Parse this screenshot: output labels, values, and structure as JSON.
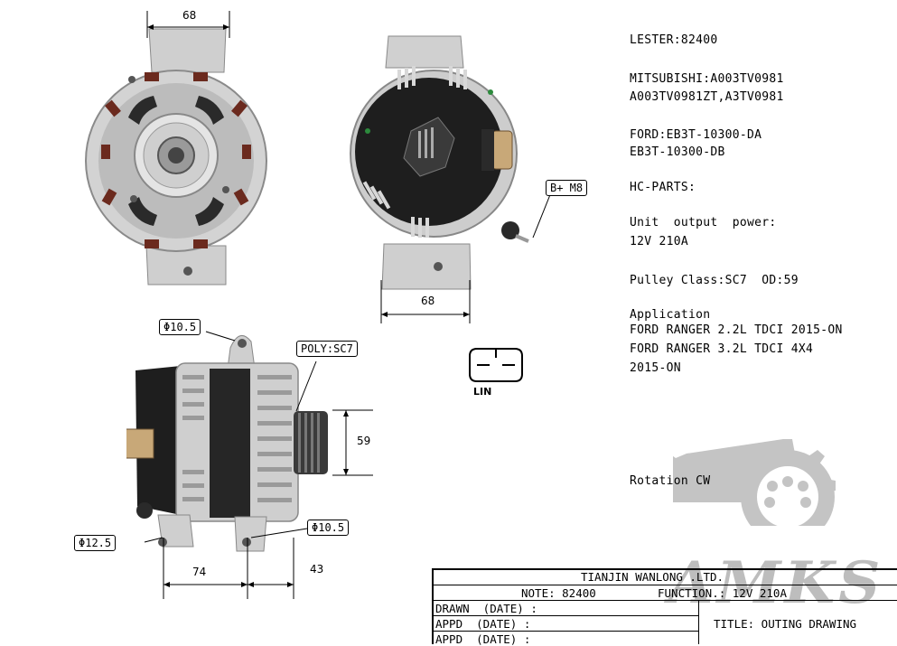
{
  "specs": {
    "lester": "LESTER:82400",
    "mitsubishi_1": "MITSUBISHI:A003TV0981",
    "mitsubishi_2": "A003TV0981ZT,A3TV0981",
    "ford_1": "FORD:EB3T-10300-DA",
    "ford_2": "EB3T-10300-DB",
    "hc_parts": "HC-PARTS:",
    "output_label": "Unit  output  power:",
    "output_value": "12V 210A",
    "pulley": "Pulley Class:SC7  OD:59",
    "application_label": "Application",
    "application_1": "FORD RANGER 2.2L TDCI 2015-ON",
    "application_2": "FORD RANGER 3.2L TDCI 4X4",
    "application_3": "2015-ON",
    "rotation": "Rotation CW"
  },
  "dimensions": {
    "front_width": "68",
    "rear_width": "68",
    "pulley_od": "59",
    "mount_spacing": "74",
    "pulley_offset": "43"
  },
  "callouts": {
    "terminal": "B+  M8",
    "hole_top": "Φ10.5",
    "poly": "POLY:SC7",
    "hole_left": "Φ12.5",
    "hole_right": "Φ10.5"
  },
  "connector": {
    "label": "LIN"
  },
  "title_block": {
    "company": "TIANJIN WANLONG .LTD.",
    "note": "NOTE: 82400",
    "function": "FUNCTION.: 12V 210A",
    "drawn": "DRAWN  (DATE) :",
    "appd_1": "APPD  (DATE) :",
    "appd_2": "APPD  (DATE) :",
    "title": "TITLE: OUTING DRAWING"
  },
  "watermark": {
    "brand": "AMKS"
  },
  "colors": {
    "ink": "#000000",
    "housing": "#c9c9c9",
    "cover": "#1e1e1e",
    "watermark": "#bdbdbd"
  }
}
